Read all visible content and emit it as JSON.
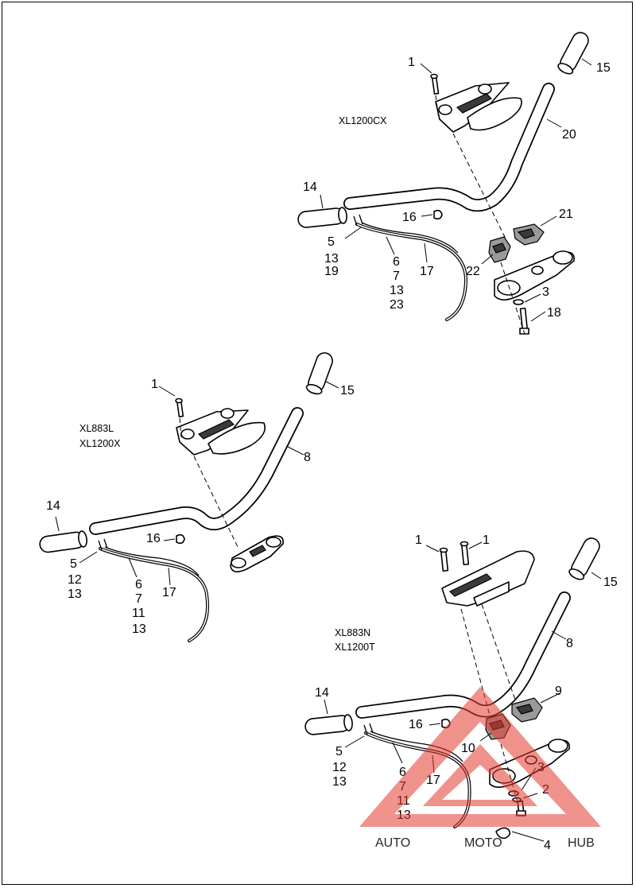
{
  "diagram": {
    "sections": [
      {
        "id": "xl1200cx",
        "models": [
          "XL1200CX"
        ],
        "callouts": [
          {
            "id": "c1",
            "text": "1"
          },
          {
            "id": "c15",
            "text": "15"
          },
          {
            "id": "c20",
            "text": "20"
          },
          {
            "id": "c14",
            "text": "14"
          },
          {
            "id": "c16",
            "text": "16"
          },
          {
            "id": "c21",
            "text": "21"
          },
          {
            "id": "c5",
            "text": "5"
          },
          {
            "id": "c13",
            "text": "13"
          },
          {
            "id": "c19",
            "text": "19"
          },
          {
            "id": "c6",
            "text": "6"
          },
          {
            "id": "c7",
            "text": "7"
          },
          {
            "id": "c13b",
            "text": "13"
          },
          {
            "id": "c23",
            "text": "23"
          },
          {
            "id": "c17",
            "text": "17"
          },
          {
            "id": "c22",
            "text": "22"
          },
          {
            "id": "c3",
            "text": "3"
          },
          {
            "id": "c18",
            "text": "18"
          }
        ]
      },
      {
        "id": "xl883l",
        "models": [
          "XL883L",
          "XL1200X"
        ],
        "callouts": [
          {
            "id": "c1",
            "text": "1"
          },
          {
            "id": "c15",
            "text": "15"
          },
          {
            "id": "c8",
            "text": "8"
          },
          {
            "id": "c14",
            "text": "14"
          },
          {
            "id": "c16",
            "text": "16"
          },
          {
            "id": "c5",
            "text": "5"
          },
          {
            "id": "c12",
            "text": "12"
          },
          {
            "id": "c13",
            "text": "13"
          },
          {
            "id": "c6",
            "text": "6"
          },
          {
            "id": "c7",
            "text": "7"
          },
          {
            "id": "c11",
            "text": "11"
          },
          {
            "id": "c13b",
            "text": "13"
          },
          {
            "id": "c17",
            "text": "17"
          }
        ]
      },
      {
        "id": "xl883n",
        "models": [
          "XL883N",
          "XL1200T"
        ],
        "callouts": [
          {
            "id": "c1a",
            "text": "1"
          },
          {
            "id": "c1b",
            "text": "1"
          },
          {
            "id": "c15",
            "text": "15"
          },
          {
            "id": "c8",
            "text": "8"
          },
          {
            "id": "c9",
            "text": "9"
          },
          {
            "id": "c14",
            "text": "14"
          },
          {
            "id": "c16",
            "text": "16"
          },
          {
            "id": "c10",
            "text": "10"
          },
          {
            "id": "c5",
            "text": "5"
          },
          {
            "id": "c12",
            "text": "12"
          },
          {
            "id": "c13",
            "text": "13"
          },
          {
            "id": "c6",
            "text": "6"
          },
          {
            "id": "c7",
            "text": "7"
          },
          {
            "id": "c11",
            "text": "11"
          },
          {
            "id": "c13b",
            "text": "13"
          },
          {
            "id": "c17",
            "text": "17"
          },
          {
            "id": "c3",
            "text": "3"
          },
          {
            "id": "c2",
            "text": "2"
          },
          {
            "id": "c4",
            "text": "4"
          }
        ]
      }
    ]
  },
  "watermark": {
    "text_part1": "AUTO",
    "text_part2": "MOTO",
    "text_part3": "HUB",
    "color_primary": "#f0b030",
    "color_secondary": "#e23a2e",
    "color_tertiary": "#4a4a4a"
  },
  "colors": {
    "line": "#000000",
    "background": "#ffffff",
    "part_shade": "#3a3a3a"
  }
}
